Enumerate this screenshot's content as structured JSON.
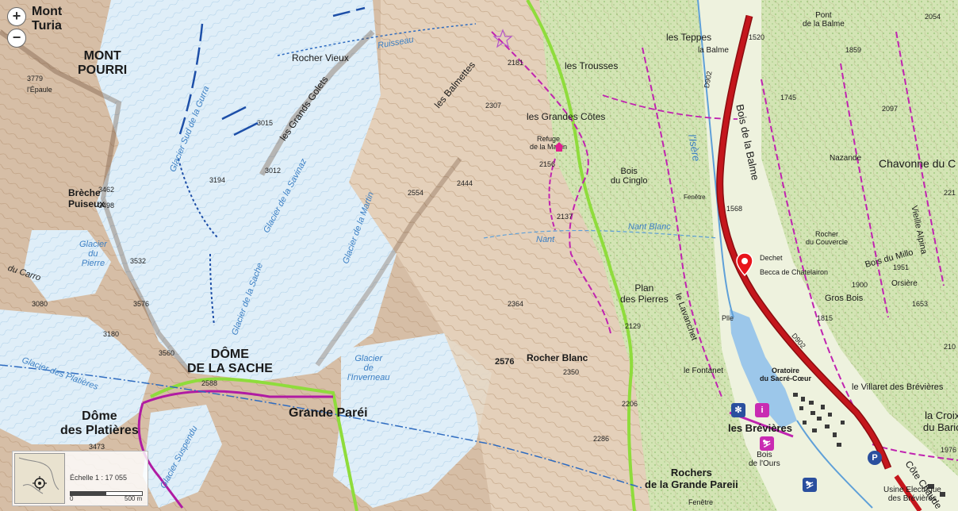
{
  "map": {
    "zoom": {
      "in_label": "+",
      "out_label": "−"
    },
    "scale": {
      "title": "Échelle 1 : 17 055",
      "start": "0",
      "end": "500 m"
    },
    "peaks": {
      "mont_turia": "Mont\nTuria",
      "mont_pourri": "MONT\nPOURRI",
      "dome_sache": "DÔME\nDE LA SACHE",
      "dome_platieres": "Dôme\ndes Platières",
      "grande_parei": "Grande Paréi",
      "rochers_grande_parei": "Rochers\nde la Grande Pareii"
    },
    "places": {
      "rocher_vieux": "Rocher Vieux",
      "les_grands_golets": "les Grands Golets",
      "les_balmettes": "les Balmettes",
      "les_trousses": "les Trousses",
      "les_teppes": "les Teppes",
      "la_balme": "la Balme",
      "pont_balme": "Pont\nde la Balme",
      "les_grandes_cotes": "les Grandes Côtes",
      "refuge": "Refuge\nde la Martin",
      "bois_cinglo": "Bois\ndu Cinglo",
      "bois_balme": "Bois de la Balme",
      "nazande": "Nazande",
      "chavonne": "Chavonne du C",
      "rocher_couvercle": "Rocher\ndu Couvercle",
      "bois_du": "Bois du Millo",
      "vieille_alpina": "Vieille Alpina",
      "orsiere": "Orsière",
      "gros_bois": "Gros Bois",
      "dechet": "Dechet",
      "becca": "Becca de Chatelairon",
      "fenetre1": "Fenêtre",
      "plan_pierres": "Plan\ndes Pierres",
      "rocher_blanc": "Rocher Blanc",
      "lavanchet": "le Lavanchet",
      "fontanet": "le Fontanet",
      "oratoire": "Oratoire\ndu Sacré-Cœur",
      "les_brevieres": "les Brévières",
      "villaret": "le Villaret des Brévières",
      "croix_bario": "la Croix\ndu Bario",
      "cote_chaude": "Côte Chaude",
      "bois_ours": "Bois\nde l'Ours",
      "usine": "Usine Electrique\ndes Brévières",
      "breche_puiseux": "Brèche\nPuiseux",
      "lepaule": "l'Épaule",
      "ple": "Plle",
      "fenetre2": "Fenêtre"
    },
    "glaciers": {
      "glacier_sud_gurra": "Glacier Sud de la Gurra",
      "glacier_savinaz": "Glacier de la Savinaz",
      "glacier_pierre": "Glacier\ndu\nPierre",
      "glacier_sache": "Glacier de la Sache",
      "glacier_platieres": "Glacier des Platières",
      "glacier_inverneau": "Glacier\nde\nl'Inverneau",
      "glacier_suspendu": "Glacier Suspendu",
      "glacier_martin": "Glacier de la Martin",
      "glacier_carro": "du Carro"
    },
    "rivers": {
      "isere": "l'Isère",
      "nant_blanc": "Nant Blanc",
      "ruisseau": "Ruisseau",
      "nant": "Nant"
    },
    "elevations": {
      "e3779": "3779",
      "e3462": "3462",
      "e3498": "3498",
      "e3532": "3532",
      "e3576": "3576",
      "e3180": "3180",
      "e3560": "3560",
      "e3473": "3473",
      "e3015": "3015",
      "e3012": "3012",
      "e3194": "3194",
      "e2181": "2181",
      "e2307": "2307",
      "e2156": "2156",
      "e2554": "2554",
      "e2444": "2444",
      "e2137": "2137",
      "e2364": "2364",
      "e2576": "2576",
      "e2350": "2350",
      "e2206": "2206",
      "e2286": "2286",
      "e2129": "2129",
      "e1568": "1568",
      "e1520": "1520",
      "e1745": "1745",
      "e2097": "2097",
      "e1859": "1859",
      "e2054": "2054",
      "e1900": "1900",
      "e1951": "1951",
      "e1653": "1653",
      "e1815": "1815",
      "e1976": "1976",
      "e2588": "2588",
      "e3080": "3080",
      "e2105": "210",
      "e2711": "221"
    },
    "roads": {
      "d902_a": "D902",
      "d902_b": "D902"
    },
    "poi": {
      "parking": "P",
      "info": "i",
      "snow": "✻"
    },
    "colors": {
      "glacier": "#d9e9f4",
      "rock": "#c8a98e",
      "forest": "#cfe3b0",
      "valley": "#e8eed5",
      "road_red": "#c4161c",
      "trail_magenta": "#c024b0",
      "park_green": "#8fdc3c",
      "water": "#5fa0d8",
      "marker": "#e8141b"
    }
  }
}
